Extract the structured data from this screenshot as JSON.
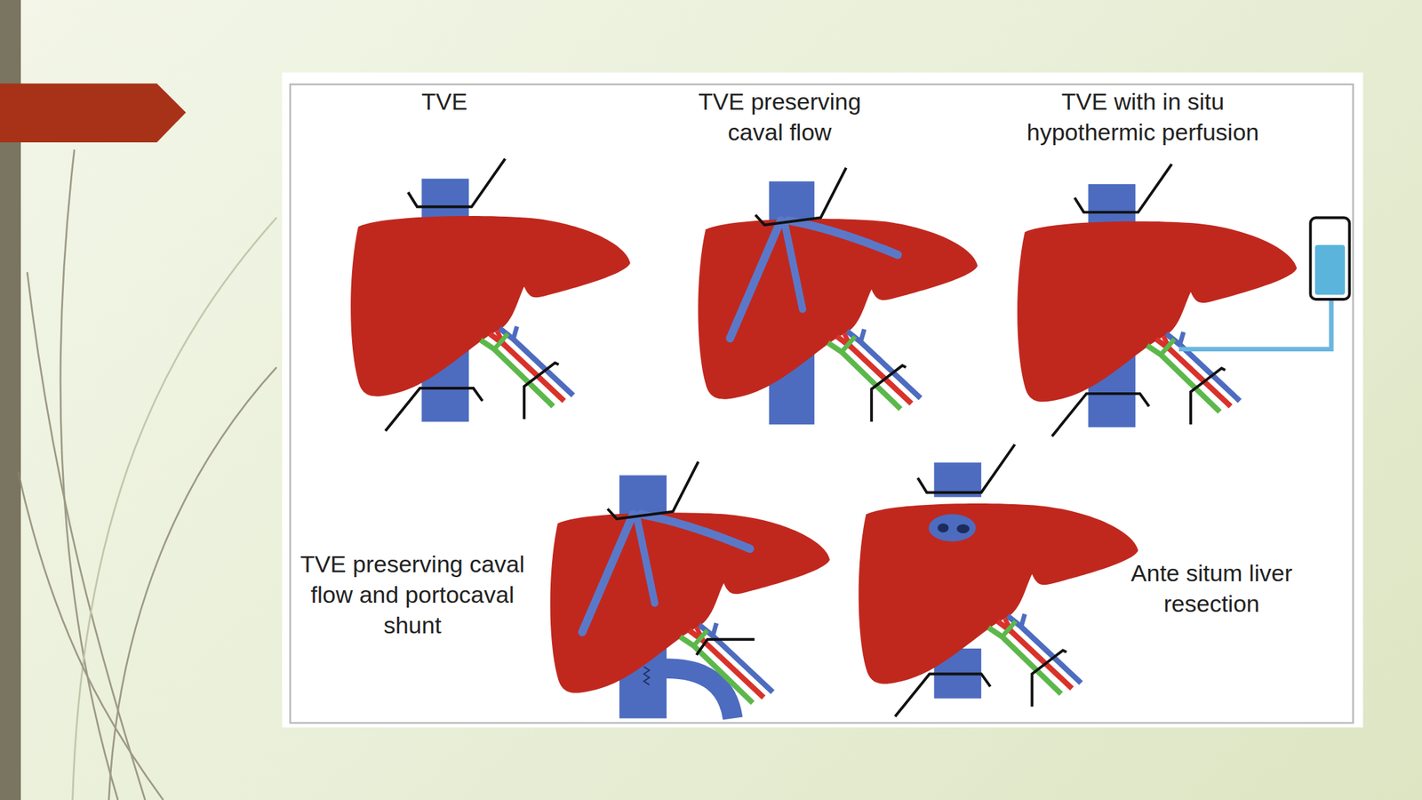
{
  "diagram": {
    "labels": [
      "TVE",
      "TVE preserving caval flow",
      "TVE with in situ hypothermic perfusion",
      "TVE preserving caval flow and portocaval shunt",
      "Ante situm liver resection"
    ]
  }
}
